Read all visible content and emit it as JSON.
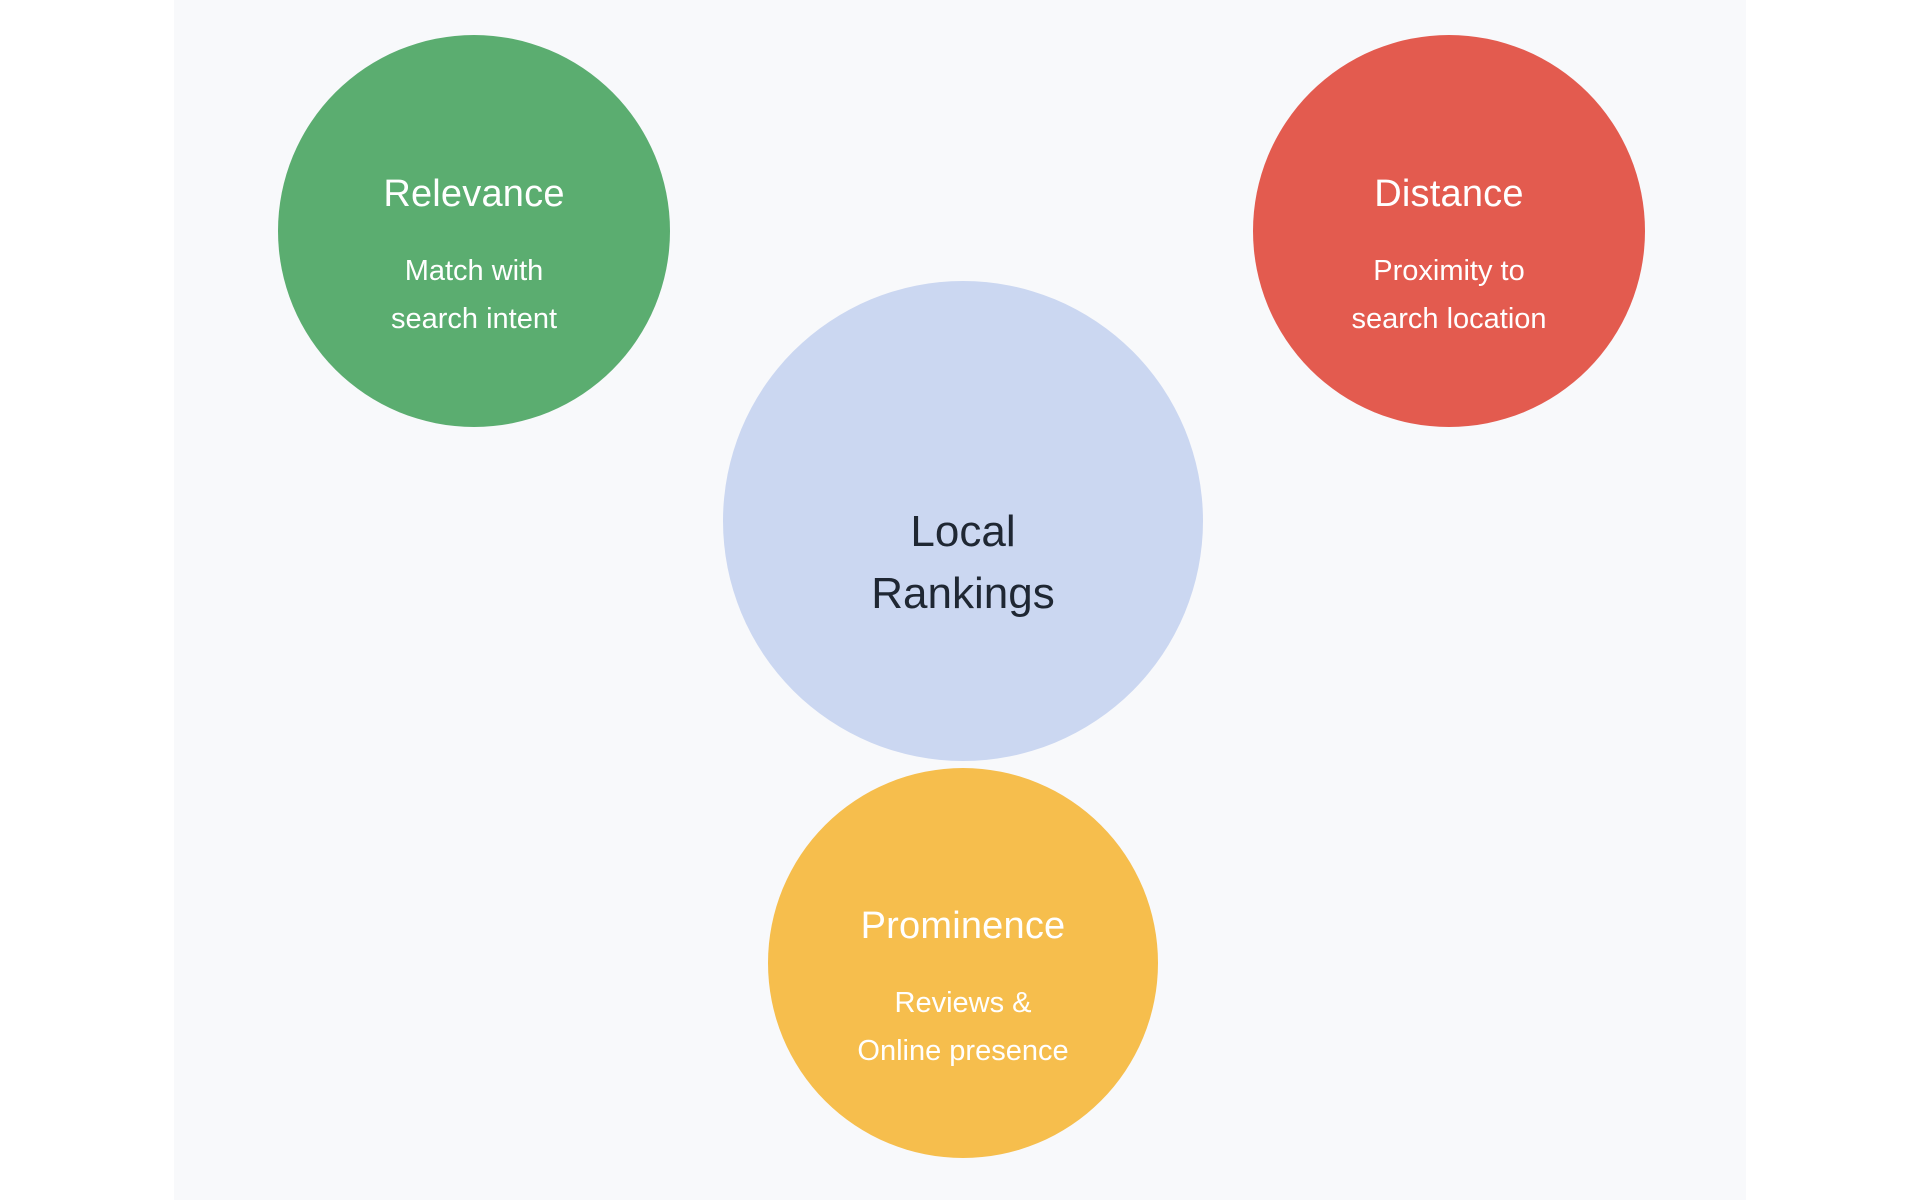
{
  "page": {
    "background": "#ffffff",
    "canvas_background": "#f8f9fb"
  },
  "diagram": {
    "center_node": {
      "lines": [
        "Local",
        "Rankings"
      ],
      "color": "#cbd7f1",
      "text_color": "#1f2733"
    },
    "nodes": [
      {
        "title": "Relevance",
        "subtitle_lines": [
          "Match with",
          "search intent"
        ],
        "color": "#5bad70",
        "text_color": "#ffffff"
      },
      {
        "title": "Distance",
        "subtitle_lines": [
          "Proximity to",
          "search location"
        ],
        "color": "#e35b4f",
        "text_color": "#ffffff"
      },
      {
        "title": "Prominence",
        "subtitle_lines": [
          "Reviews &",
          "Online presence"
        ],
        "color": "#f6be4d",
        "text_color": "#ffffff"
      }
    ]
  }
}
